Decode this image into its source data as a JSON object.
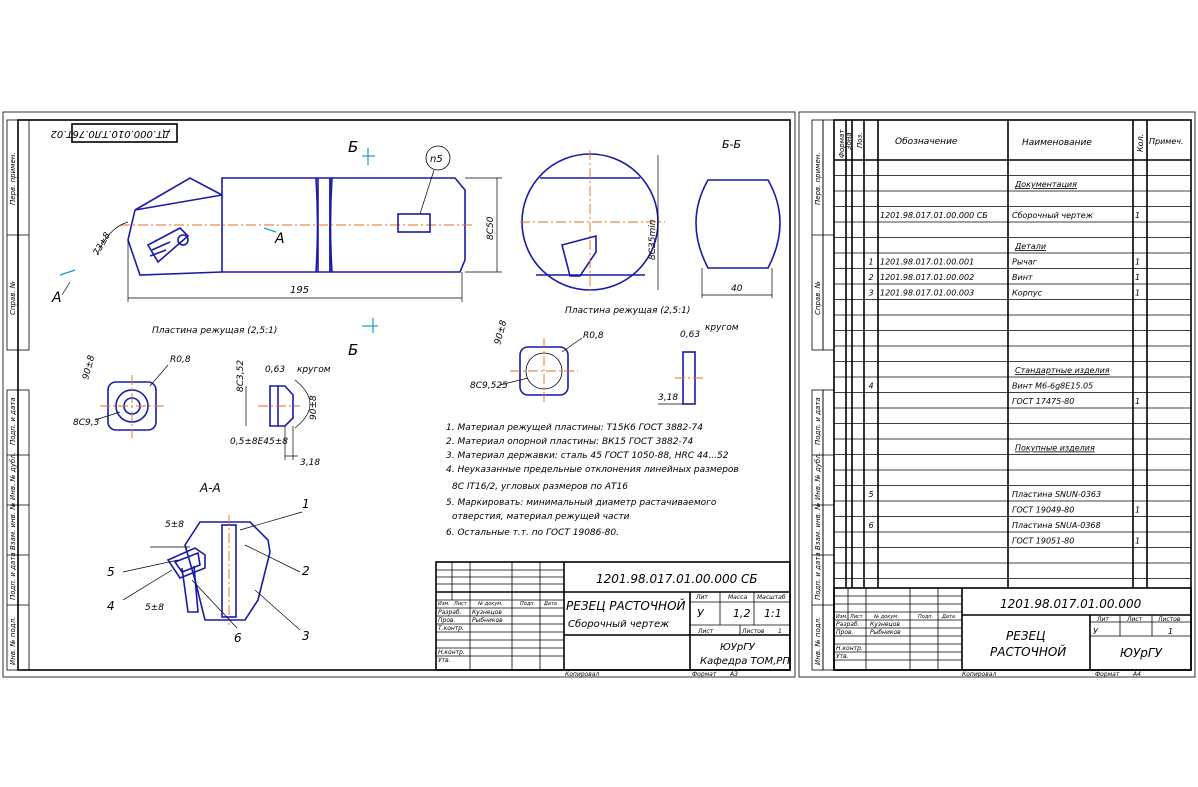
{
  "drawing": {
    "code_rot": "ДТ.000.010.ТЛ0.76Т.02",
    "section_b": "Б",
    "section_a": "А",
    "view_bb": "Б-Б",
    "view_aa": "А-А",
    "dim_195": "195",
    "dim_40": "40",
    "dim_c50": "8С50",
    "dim_c35": "8С35min",
    "dim_angle": "73±8",
    "dim_90": "90±8",
    "dim_r08a": "R0,8",
    "dim_r08b": "R0,8",
    "dim_c93": "8С9,3",
    "dim_c9525": "8С9,525",
    "dim_c352": "8С3,52",
    "dim_063a": "0,63",
    "dim_063b": "0,63",
    "krugom1": "кругом",
    "krugom2": "кругом",
    "dim_90b": "90±8",
    "dim_90c": "90±8",
    "dim_chamfer": "0,5±8Е45±8",
    "dim_318a": "3,18",
    "dim_318b": "3,18",
    "dim_5a": "5±8",
    "dim_5b": "5±8",
    "plate_label1": "Пластина режущая (2,5:1)",
    "plate_label2": "Пластина режущая (2,5:1)",
    "n5": "n5",
    "leaders": [
      "1",
      "2",
      "3",
      "4",
      "5",
      "6"
    ],
    "notes": [
      "1. Материал режущей пластины: Т15К6 ГОСТ 3882-74",
      "2. Материал опорной пластины: ВК15 ГОСТ 3882-74",
      "3. Материал державки: сталь 45 ГОСТ 1050-88, HRC 44...52",
      "4. Неуказанные предельные отклонения линейных размеров",
      "8С IT16/2, угловых размеров по АТ16",
      "5. Маркировать: минимальный диаметр растачиваемого",
      "отверстия, материал режущей части",
      "6. Остальные т.т. по ГОСТ 19086-80."
    ]
  },
  "titleblock": {
    "doc": "1201.98.017.01.00.000 СБ",
    "name1": "РЕЗЕЦ РАСТОЧНОЙ",
    "name2": "Сборочный чертеж",
    "lit": "Лит",
    "mass": "Масса",
    "scale": "Масштаб",
    "lit_val": "У",
    "mass_val": "1,2",
    "scale_val": "1:1",
    "sheet": "Лист",
    "sheets": "Листов",
    "sheets_val": "1",
    "org1": "ЮУрГУ",
    "org2": "Кафедра ТОМ,РП",
    "rows": [
      "Изм.",
      "Лист",
      "№ докум.",
      "Подп.",
      "Дата"
    ],
    "roles": [
      "Разраб.",
      "Пров.",
      "Т.контр.",
      "Н.контр.",
      "Утв."
    ],
    "razrab": "Кузнецов",
    "prov": "Рыбников",
    "kopir": "Копировал",
    "format": "Формат",
    "format_val": "А3"
  },
  "spec": {
    "headers": [
      "Формат",
      "Зона",
      "Поз.",
      "Обозначение",
      "Наименование",
      "Кол.",
      "Примеч."
    ],
    "rows": [
      {
        "pos": "",
        "des": "",
        "name": "Документация",
        "qty": "",
        "ul": true
      },
      {
        "pos": "",
        "des": "1201.98.017.01.00.000 СБ",
        "name": "Сборочный чертеж",
        "qty": "1"
      },
      {
        "pos": "",
        "des": "",
        "name": "Детали",
        "qty": "",
        "ul": true
      },
      {
        "pos": "1",
        "des": "1201.98.017.01.00.001",
        "name": "Рычаг",
        "qty": "1"
      },
      {
        "pos": "2",
        "des": "1201.98.017.01.00.002",
        "name": "Винт",
        "qty": "1"
      },
      {
        "pos": "3",
        "des": "1201.98.017.01.00.003",
        "name": "Корпус",
        "qty": "1"
      },
      {
        "pos": "",
        "des": "",
        "name": "Стандартные изделия",
        "qty": "",
        "ul": true
      },
      {
        "pos": "4",
        "des": "",
        "name": "Винт М6-6g8Е15.05",
        "qty": ""
      },
      {
        "pos": "",
        "des": "",
        "name": "ГОСТ 17475-80",
        "qty": "1"
      },
      {
        "pos": "",
        "des": "",
        "name": "Покупные изделия",
        "qty": "",
        "ul": true
      },
      {
        "pos": "5",
        "des": "",
        "name": "Пластина SNUN-0363",
        "qty": ""
      },
      {
        "pos": "",
        "des": "",
        "name": "ГОСТ 19049-80",
        "qty": "1"
      },
      {
        "pos": "6",
        "des": "",
        "name": "Пластина SNUA-0368",
        "qty": ""
      },
      {
        "pos": "",
        "des": "",
        "name": "ГОСТ 19051-80",
        "qty": "1"
      }
    ],
    "doc": "1201.98.017.01.00.000",
    "name1": "РЕЗЕЦ",
    "name2": "РАСТОЧНОЙ",
    "org": "ЮУрГУ",
    "lit": "Лит",
    "list": "Лист",
    "lists": "Листов",
    "lit_val": "У",
    "lists_val": "1",
    "razrab": "Кузнецов",
    "prov": "Рыбников",
    "kopir": "Копировал",
    "format": "Формат",
    "format_val": "А4"
  },
  "side_labels": [
    "Перв. примен.",
    "Справ. №",
    "Подп. и дата",
    "Инв. № дубл.",
    "Взам. инв. №",
    "Подп. и дата",
    "Инв. № подл."
  ]
}
